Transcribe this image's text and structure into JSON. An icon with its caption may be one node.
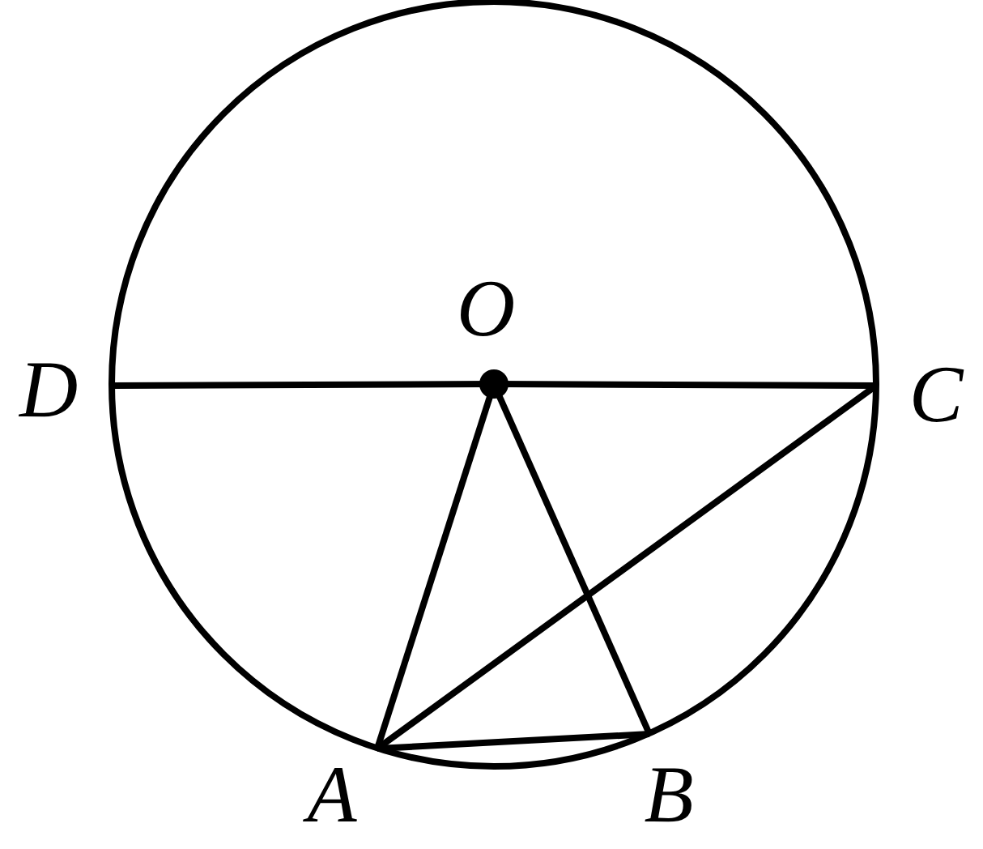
{
  "diagram": {
    "nodes": [
      {
        "text": [
          "O"
        ]
      },
      {
        "text": [
          "D"
        ]
      },
      {
        "text": [
          "C"
        ]
      },
      {
        "text": [
          "A"
        ]
      },
      {
        "text": [
          "B"
        ]
      }
    ],
    "edges": [
      {
        "from": 1,
        "to": 0,
        "arrow": "none"
      },
      {
        "from": 0,
        "to": 2,
        "arrow": "none"
      },
      {
        "from": 0,
        "to": 3,
        "arrow": "none"
      },
      {
        "from": 0,
        "to": 4,
        "arrow": "none"
      },
      {
        "from": 3,
        "to": 2,
        "arrow": "none"
      },
      {
        "from": 3,
        "to": 4,
        "arrow": "none"
      }
    ]
  }
}
